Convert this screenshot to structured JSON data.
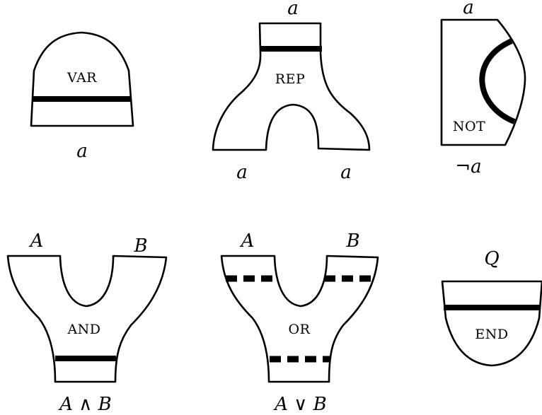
{
  "gadgets": [
    {
      "id": "var",
      "name": "VAR",
      "labels": [
        "a"
      ]
    },
    {
      "id": "rep",
      "name": "REP",
      "labels": [
        "a",
        "a",
        "a"
      ]
    },
    {
      "id": "not",
      "name": "NOT",
      "labels": [
        "a",
        "¬a"
      ]
    },
    {
      "id": "and",
      "name": "AND",
      "labels": [
        "A",
        "B",
        "A ∧ B"
      ]
    },
    {
      "id": "or",
      "name": "OR",
      "labels": [
        "A",
        "B",
        "A ∨ B"
      ]
    },
    {
      "id": "end",
      "name": "END",
      "labels": [
        "Q"
      ]
    }
  ]
}
